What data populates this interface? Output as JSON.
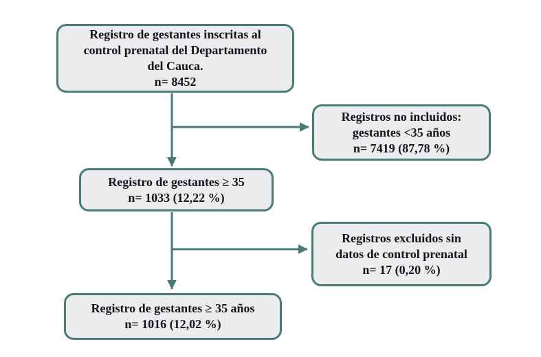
{
  "colors": {
    "accent_teal": "#4a7a78",
    "box_fill": "#ebedec",
    "text_ink": "#14141f",
    "background": "#ffffff"
  },
  "flowchart": {
    "boxes": [
      {
        "name": "registry-total",
        "lines": [
          "Registro de gestantes inscritas al",
          "control prenatal del Departamento",
          "del Cauca.",
          "n= 8452"
        ]
      },
      {
        "name": "records-not-included",
        "lines": [
          "Registros no incluidos:",
          "gestantes <35 años",
          "n= 7419 (87,78 %)"
        ]
      },
      {
        "name": "gestantes-35-plus",
        "lines": [
          "Registro de gestantes ≥ 35",
          "n= 1033 (12,22 %)"
        ]
      },
      {
        "name": "records-excluded",
        "lines": [
          "Registros excluidos sin",
          "datos de control prenatal",
          "n= 17 (0,20 %)"
        ]
      },
      {
        "name": "final-sample",
        "lines": [
          "Registro de gestantes ≥ 35 años",
          "n= 1016 (12,02 %)"
        ]
      }
    ],
    "connectors": [
      "down-arrow-registry-to-35plus",
      "right-arrow-to-not-included",
      "down-arrow-35plus-to-final",
      "right-arrow-to-excluded"
    ]
  }
}
